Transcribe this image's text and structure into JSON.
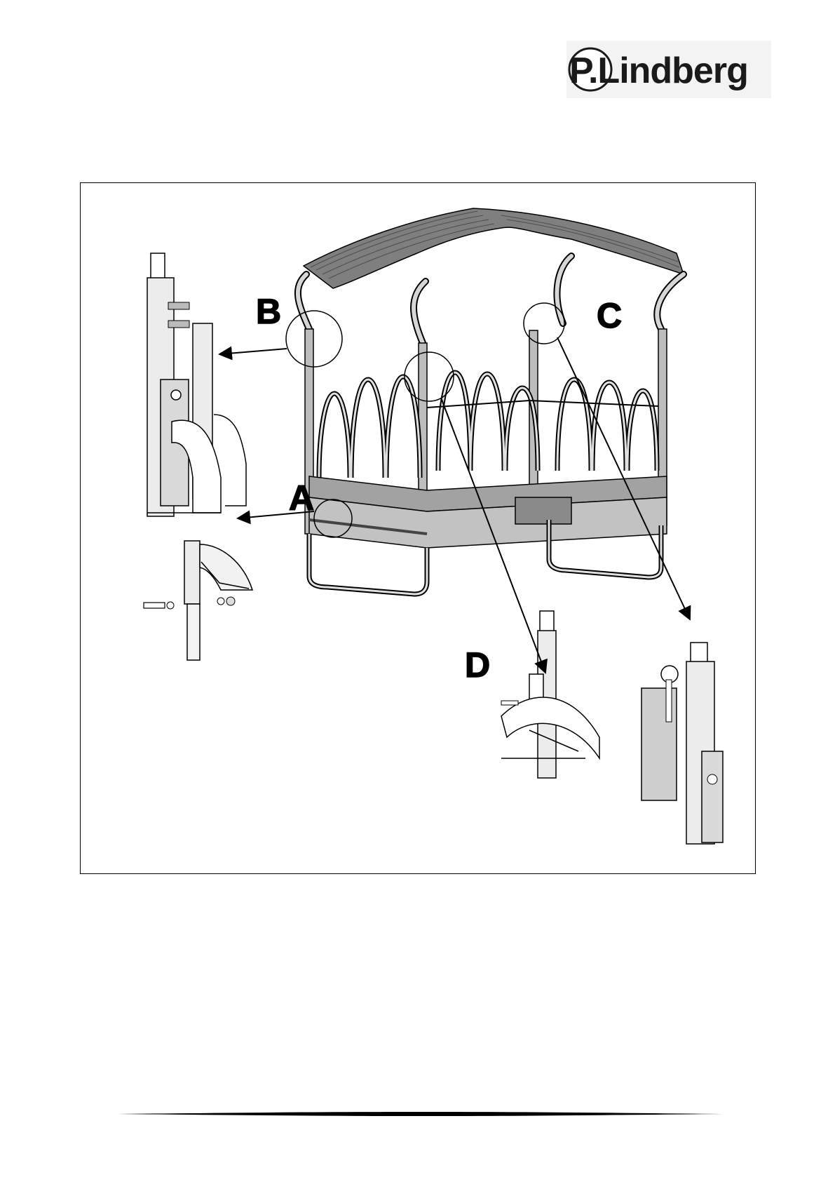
{
  "header": {
    "logo_text": "P.Lindberg",
    "logo_icon": "brand-logo"
  },
  "figure": {
    "callouts": [
      {
        "id": "A",
        "label": "A"
      },
      {
        "id": "B",
        "label": "B"
      },
      {
        "id": "C",
        "label": "C"
      },
      {
        "id": "D",
        "label": "D"
      }
    ]
  },
  "colors": {
    "line": "#000000",
    "steel_light": "#c8c8c8",
    "steel_mid": "#a9a9a9",
    "steel_dark": "#7c7c7c",
    "roof": "#8a8a8a"
  }
}
